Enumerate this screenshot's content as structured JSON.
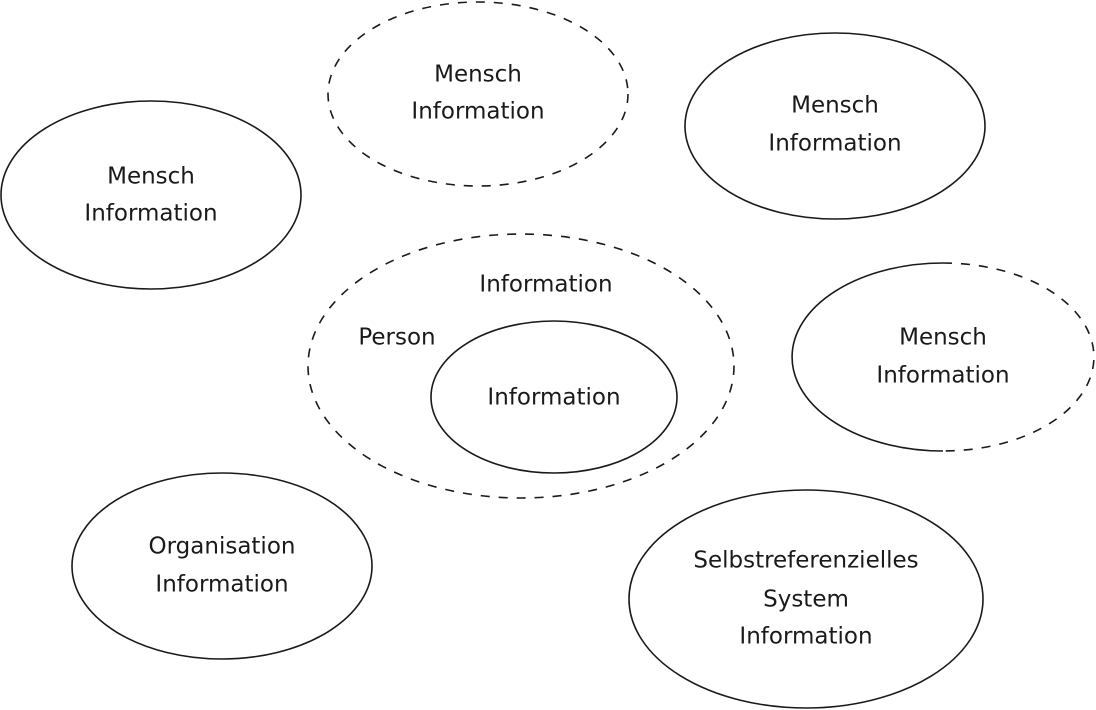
{
  "diagram": {
    "top_center": {
      "line1": "Mensch",
      "line2": "Information"
    },
    "top_right": {
      "line1": "Mensch",
      "line2": "Information"
    },
    "left": {
      "line1": "Mensch",
      "line2": "Information"
    },
    "person_group": {
      "outer_label": "Information",
      "person_label": "Person",
      "inner_label": "Information"
    },
    "right_mid": {
      "line1": "Mensch",
      "line2": "Information"
    },
    "organisation": {
      "line1": "Organisation",
      "line2": "Information"
    },
    "system": {
      "line1": "Selbstreferenzielles",
      "line2": "System",
      "line3": "Information"
    }
  }
}
